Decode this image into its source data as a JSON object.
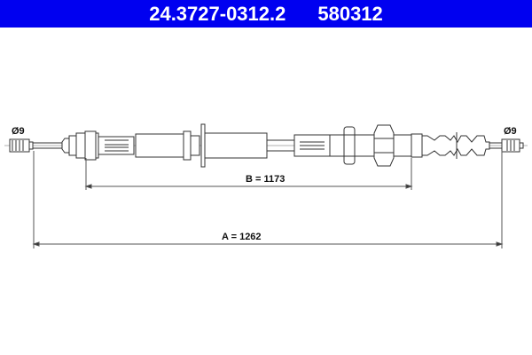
{
  "header": {
    "part_number": "24.3727-0312.2",
    "ref_number": "580312",
    "background_color": "#0000f0"
  },
  "drawing": {
    "left_end_label": "Ø9",
    "right_end_label": "Ø9",
    "dimension_b_label": "B = 1173",
    "dimension_a_label": "A = 1262",
    "line_color": "#333333"
  }
}
